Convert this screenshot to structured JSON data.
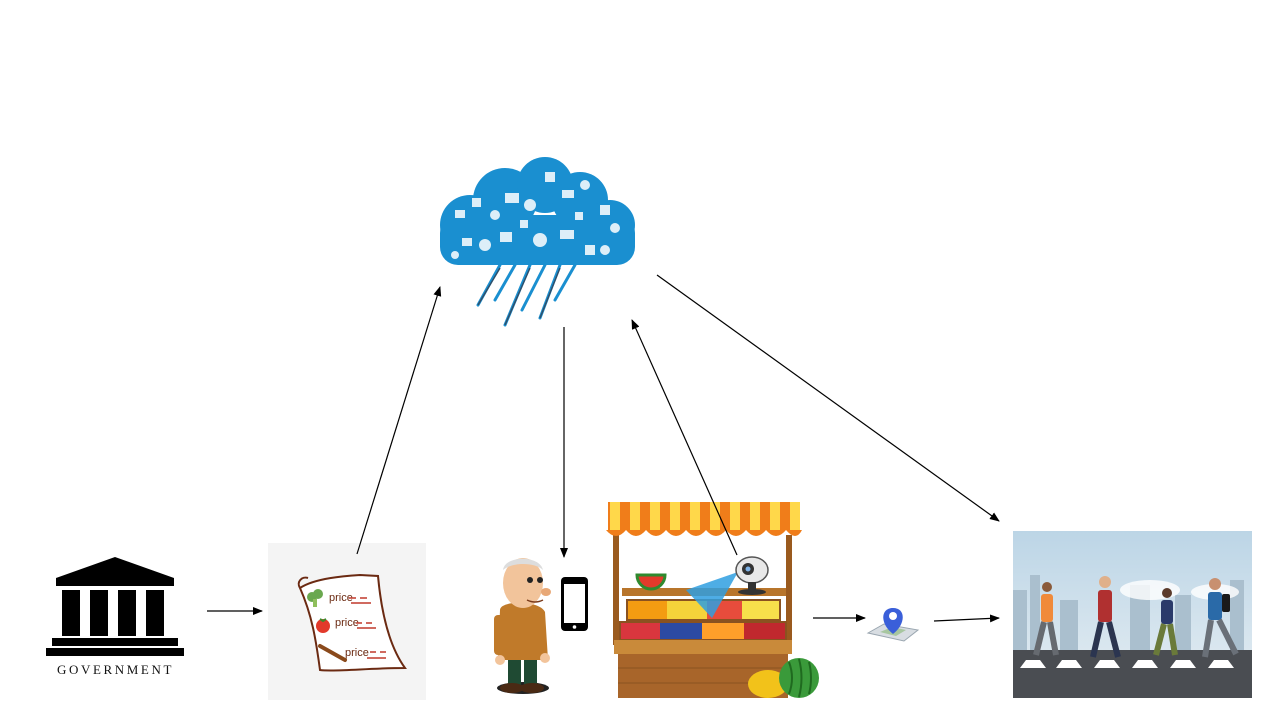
{
  "government": {
    "label": "GOVERNMENT",
    "icon": "government-building-icon"
  },
  "price_list": {
    "lines": [
      "price",
      "price",
      "price"
    ],
    "icon": "price-list-icon"
  },
  "cloud": {
    "icon": "cloud-data-icon"
  },
  "farmer": {
    "icon": "farmer-icon"
  },
  "phone": {
    "icon": "smartphone-icon"
  },
  "stall": {
    "icon": "market-stall-icon"
  },
  "camera": {
    "icon": "camera-icon"
  },
  "location": {
    "icon": "location-pin-icon"
  },
  "pedestrians": {
    "icon": "pedestrians-icon"
  },
  "colors": {
    "cloud_blue": "#1a8fd0",
    "awning_orange": "#f07d1a",
    "awning_yellow": "#ffd84a",
    "wood": "#b8752b",
    "pin_blue": "#3a5fd9"
  }
}
